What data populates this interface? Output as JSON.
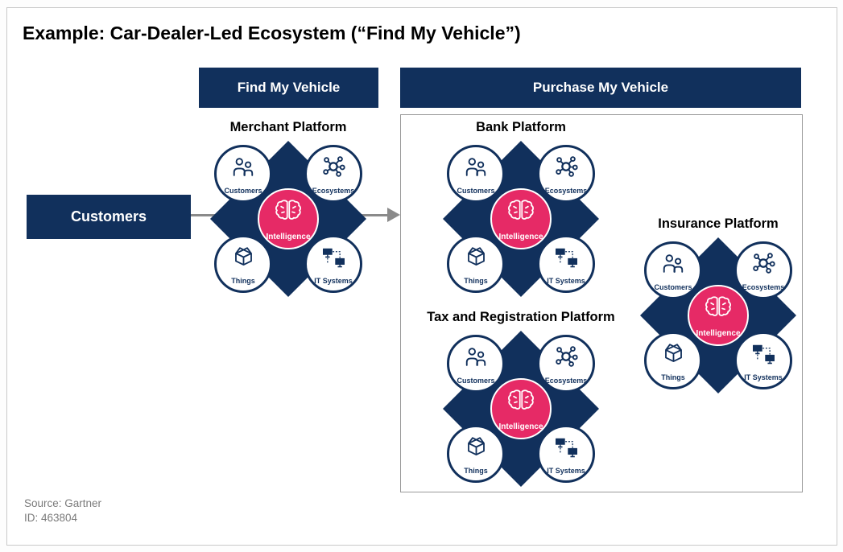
{
  "page": {
    "title": "Example: Car-Dealer-Led Ecosystem (“Find My Vehicle”)",
    "source_line1": "Source: Gartner",
    "source_line2": "ID: 463804"
  },
  "headers": {
    "find": "Find My Vehicle",
    "purchase": "Purchase My Vehicle"
  },
  "customers_box": {
    "label": "Customers"
  },
  "colors": {
    "navy": "#11305c",
    "pink": "#e62a66",
    "arrow_gray": "#8a8a8a"
  },
  "platforms": [
    {
      "id": "merchant",
      "title": "Merchant Platform"
    },
    {
      "id": "bank",
      "title": "Bank Platform"
    },
    {
      "id": "tax",
      "title": "Tax and Registration Platform"
    },
    {
      "id": "insurance",
      "title": "Insurance Platform"
    }
  ],
  "platform_nodes": {
    "top_left": {
      "label": "Customers",
      "icon": "people-icon"
    },
    "top_right": {
      "label": "Ecosystems",
      "icon": "network-icon"
    },
    "bottom_left": {
      "label": "Things",
      "icon": "box-icon"
    },
    "bottom_right": {
      "label": "IT Systems",
      "icon": "monitors-icon"
    },
    "center": {
      "label": "Intelligence",
      "icon": "brain-icon"
    }
  }
}
